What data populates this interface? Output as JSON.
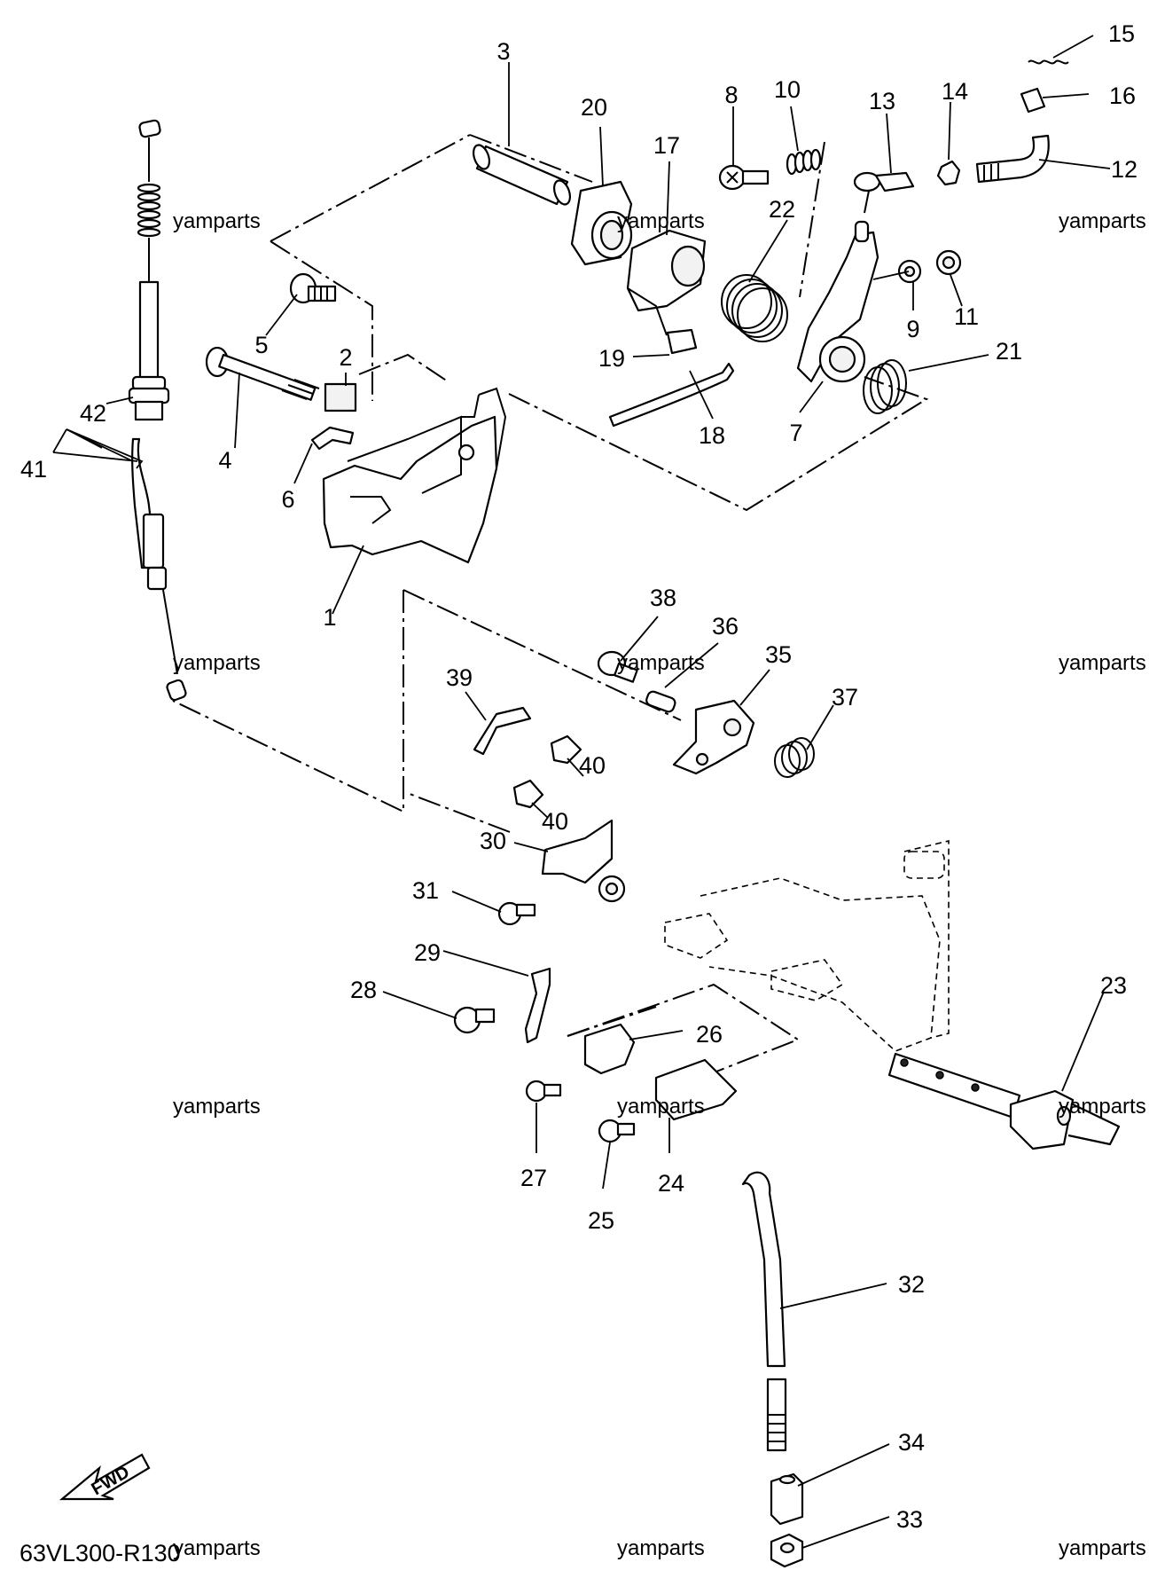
{
  "diagram": {
    "part_numbers": [
      "1",
      "2",
      "3",
      "4",
      "5",
      "6",
      "7",
      "8",
      "9",
      "10",
      "11",
      "12",
      "13",
      "14",
      "15",
      "16",
      "17",
      "18",
      "19",
      "20",
      "21",
      "22",
      "23",
      "24",
      "25",
      "26",
      "27",
      "28",
      "29",
      "30",
      "31",
      "32",
      "33",
      "34",
      "35",
      "36",
      "37",
      "38",
      "39",
      "40",
      "40",
      "41",
      "42"
    ],
    "watermark": "yamparts",
    "drawing_code": "63VL300-R130",
    "fwd_label": "FWD"
  },
  "colors": {
    "ink": "#000000",
    "paper": "#ffffff"
  }
}
